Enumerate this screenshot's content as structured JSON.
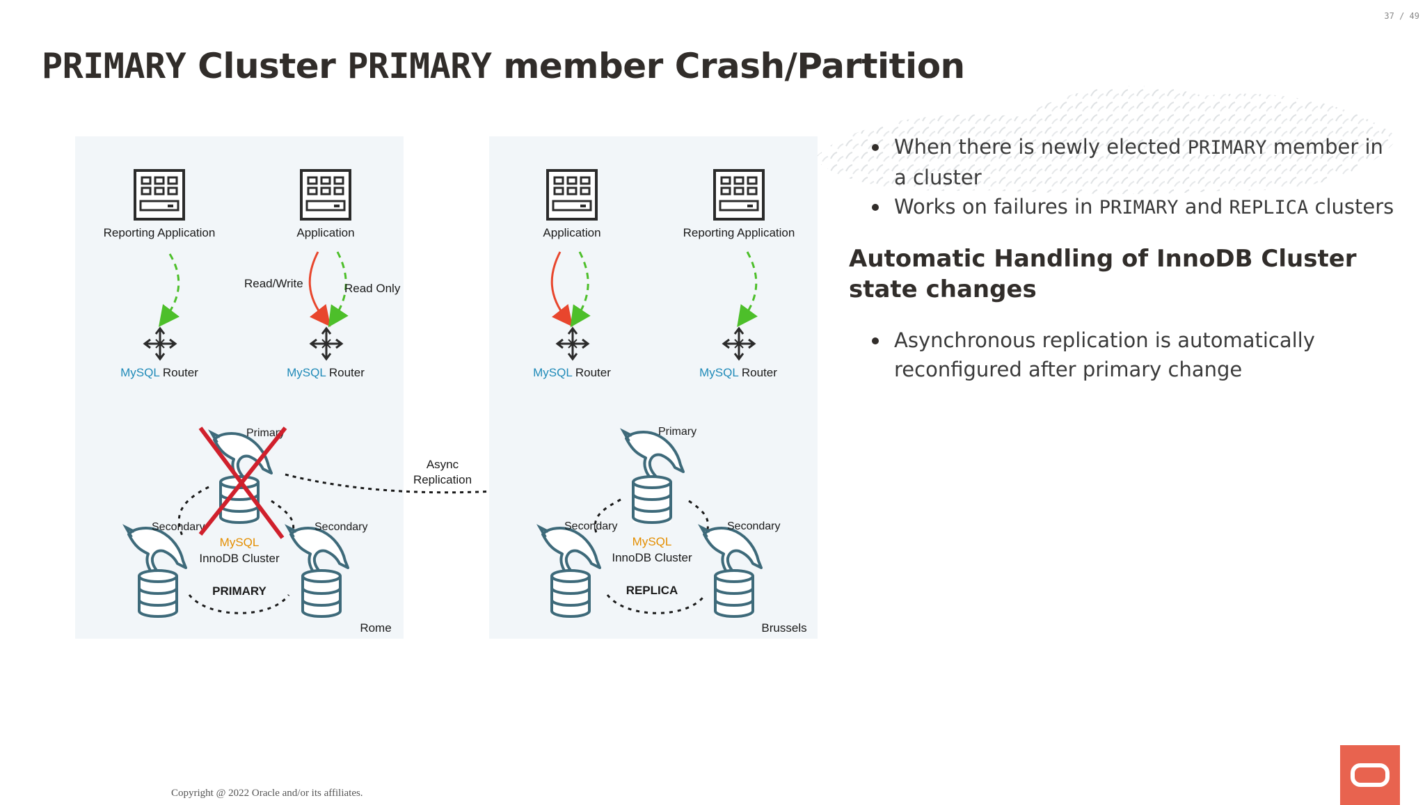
{
  "page_number": "37 / 49",
  "title": {
    "part1": "PRIMARY",
    "part2": " Cluster ",
    "part3": "PRIMARY",
    "part4": " member Crash/Partition"
  },
  "bullets_top": [
    {
      "prefix": "When there is newly elected ",
      "code": "PRIMARY",
      "mid": " member in a cluster",
      "code2": "",
      "suffix": ""
    },
    {
      "prefix": "Works on failures in ",
      "code": "PRIMARY",
      "mid": " and ",
      "code2": "REPLICA",
      "suffix": " clusters"
    }
  ],
  "subheading": "Automatic Handling of InnoDB Cluster state changes",
  "bullets_bottom": [
    {
      "text": "Asynchronous replication is automatically reconfigured after primary change"
    }
  ],
  "diagram": {
    "left": {
      "app1": "Reporting Application",
      "app2": "Application",
      "read_write": "Read/Write",
      "read_only": "Read Only",
      "router_mysql": "MySQL",
      "router_word": "Router",
      "primary": "Primary",
      "secondary": "Secondary",
      "cluster_mysql": "MySQL",
      "cluster_name": "InnoDB Cluster",
      "role": "PRIMARY",
      "location": "Rome"
    },
    "async": {
      "line1": "Async",
      "line2": "Replication"
    },
    "right": {
      "app1": "Application",
      "app2": "Reporting Application",
      "router_mysql": "MySQL",
      "router_word": "Router",
      "primary": "Primary",
      "secondary": "Secondary",
      "cluster_mysql": "MySQL",
      "cluster_name": "InnoDB Cluster",
      "role": "REPLICA",
      "location": "Brussels"
    }
  },
  "copyright": "Copyright @ 2022 Oracle and/or its affiliates.",
  "colors": {
    "panel": "#f2f6f9",
    "icon": "#2b2b2b",
    "dolphin": "#3e6a7a",
    "mysql_blue": "#1f8ab8",
    "mysql_orange": "#e48e00",
    "arrow_red": "#e8462d",
    "arrow_green": "#4dbf2a",
    "cross_red": "#d0202c",
    "oracle_red": "#e8634f"
  }
}
